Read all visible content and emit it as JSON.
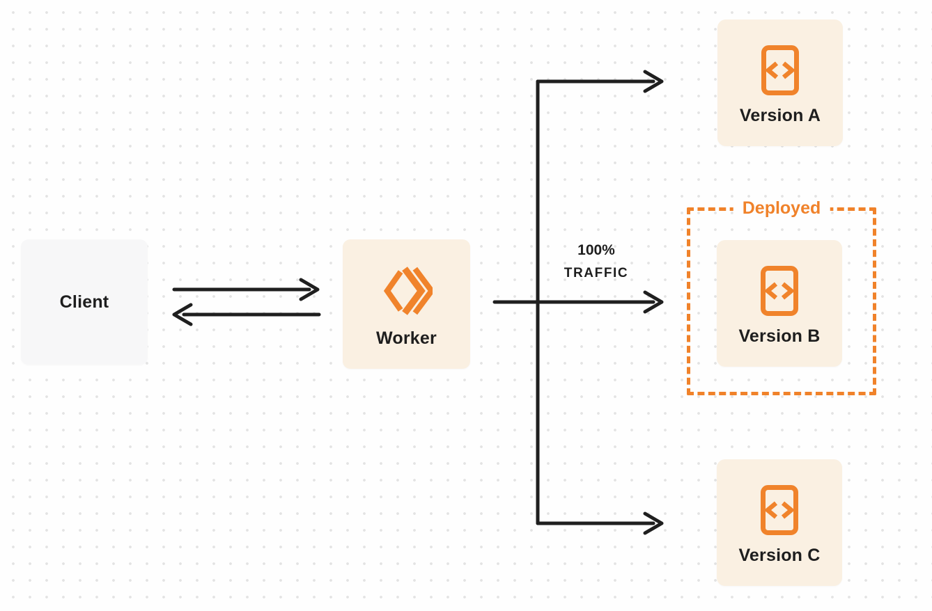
{
  "diagram": {
    "nodes": {
      "client": {
        "label": "Client"
      },
      "worker": {
        "label": "Worker",
        "icon": "cloudflare-workers-logo-icon"
      },
      "version_a": {
        "label": "Version A",
        "icon": "code-file-icon"
      },
      "version_b": {
        "label": "Version B",
        "icon": "code-file-icon"
      },
      "version_c": {
        "label": "Version C",
        "icon": "code-file-icon"
      }
    },
    "annotations": {
      "deployed_label": "Deployed",
      "traffic_line1": "100%",
      "traffic_line2": "TRAFFIC"
    },
    "edges": [
      {
        "from": "client",
        "to": "worker"
      },
      {
        "from": "worker",
        "to": "client"
      },
      {
        "from": "worker",
        "to": "version_a"
      },
      {
        "from": "worker",
        "to": "version_b",
        "label": "100% TRAFFIC"
      },
      {
        "from": "worker",
        "to": "version_c"
      }
    ],
    "colors": {
      "accent_orange": "#F0822A",
      "node_cream_bg": "#FAF0E2",
      "client_gray_bg": "#F7F7F8",
      "arrow_black": "#1F1F1F",
      "canvas_bg": "#FEFEFE",
      "dot_grid": "#E3E3E3"
    }
  }
}
